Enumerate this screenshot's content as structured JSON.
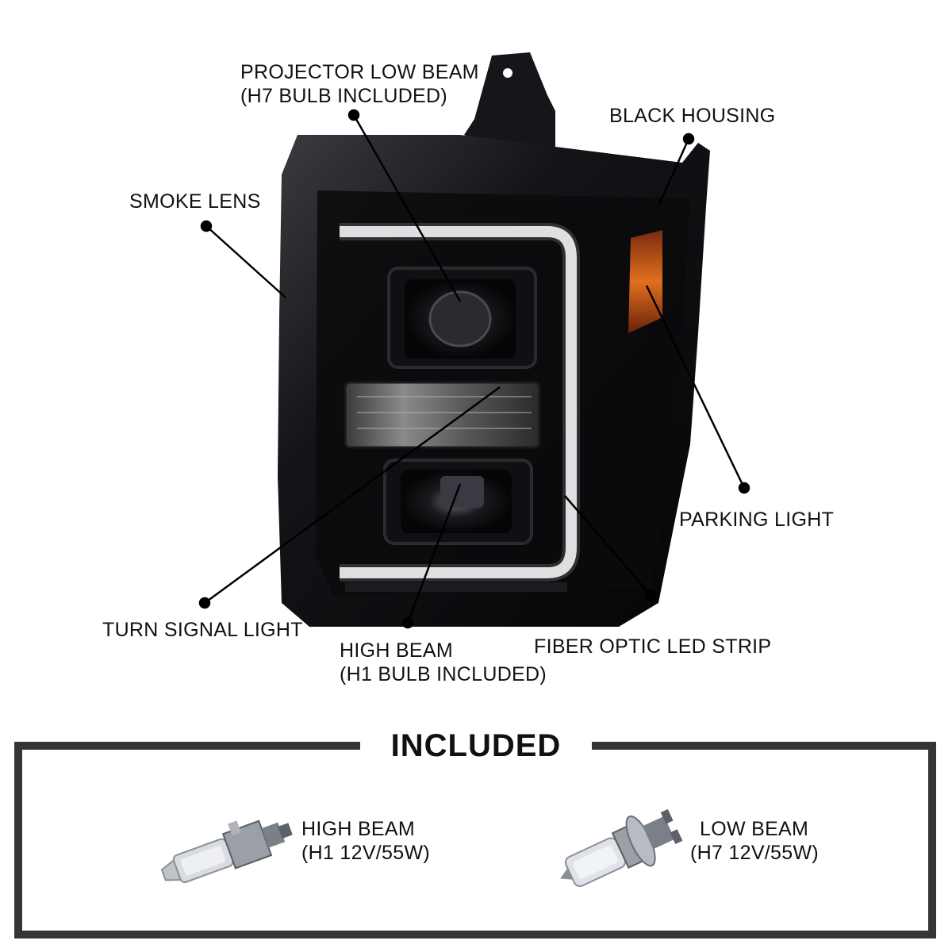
{
  "callouts": {
    "projector_low_beam": [
      "PROJECTOR LOW BEAM",
      "(H7 BULB INCLUDED)"
    ],
    "black_housing": "BLACK HOUSING",
    "smoke_lens": "SMOKE LENS",
    "parking_light": "PARKING LIGHT",
    "turn_signal_light": "TURN SIGNAL LIGHT",
    "high_beam": [
      "HIGH BEAM",
      "(H1 BULB INCLUDED)"
    ],
    "fiber_optic_led_strip": "FIBER OPTIC LED STRIP"
  },
  "included": {
    "title": "INCLUDED",
    "items": [
      {
        "name": "HIGH BEAM",
        "spec": "(H1 12V/55W)",
        "icon": "h1-bulb-icon"
      },
      {
        "name": "LOW BEAM",
        "spec": "(H7 12V/55W)",
        "icon": "h7-bulb-icon"
      }
    ]
  },
  "colors": {
    "housing": "#0c0c0f",
    "amber": "#c8581a",
    "frame": "#353535",
    "led_strip": "#f4f4f6"
  }
}
